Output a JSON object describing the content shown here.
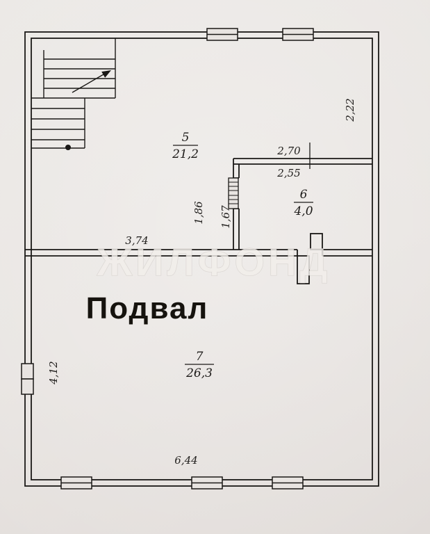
{
  "floor_plan": {
    "title": "Подвал",
    "watermark": "ЖИЛФОНД",
    "rooms": [
      {
        "number": "5",
        "area": "21,2"
      },
      {
        "number": "6",
        "area": "4,0"
      },
      {
        "number": "7",
        "area": "26,3"
      }
    ],
    "dimensions": {
      "right_wall": "2,22",
      "room6_width_outer": "2,70",
      "room6_width_inner": "2,55",
      "passage_left": "1,86",
      "passage_right": "1,67",
      "mid_wall": "3,74",
      "left_wall": "4,12",
      "bottom_wall": "6,44"
    }
  }
}
